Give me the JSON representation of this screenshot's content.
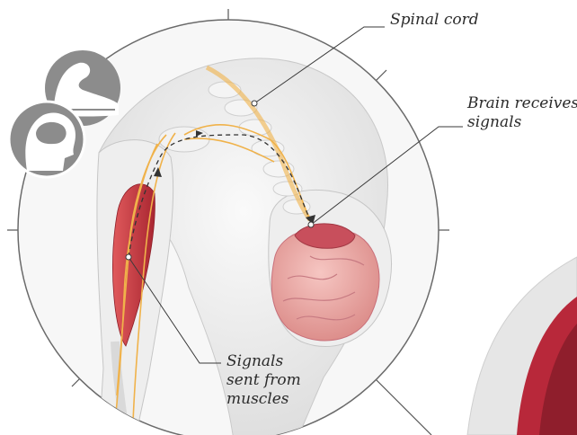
{
  "labels": {
    "spinal_cord": "Spinal cord",
    "brain_line1": "Brain receives",
    "brain_line2": "signals",
    "signals_line1": "Signals",
    "signals_line2": "sent from",
    "signals_line3": "muscles"
  },
  "icons": [
    "flexed-arm-icon",
    "head-brain-icon"
  ],
  "colors": {
    "nerve": "#f0b24a",
    "muscle": "#c8323c",
    "brain": "#e8a0a0",
    "body": "#e4e4e4",
    "icon": "#8c8c8c",
    "leader": "#3a3a3a"
  }
}
